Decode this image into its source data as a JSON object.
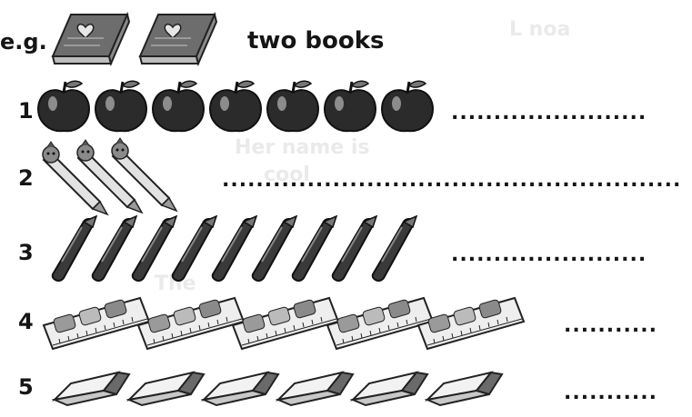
{
  "example": {
    "label": "e.g.",
    "answer": "two books",
    "item_icon": "book-icon",
    "count": 2
  },
  "rows": [
    {
      "number": "1",
      "item_icon": "apple-icon",
      "count": 7,
      "answer_line": "......................."
    },
    {
      "number": "2",
      "item_icon": "pencil-icon",
      "count": 3,
      "answer_line": "......................................................"
    },
    {
      "number": "3",
      "item_icon": "pen-icon",
      "count": 9,
      "answer_line": "......................."
    },
    {
      "number": "4",
      "item_icon": "ruler-icon",
      "count": 5,
      "answer_line": "..........."
    },
    {
      "number": "5",
      "item_icon": "eraser-icon",
      "count": 6,
      "answer_line": "..........."
    }
  ],
  "bleed_through": [
    "L noa",
    "Her name is",
    "cool",
    "The"
  ]
}
